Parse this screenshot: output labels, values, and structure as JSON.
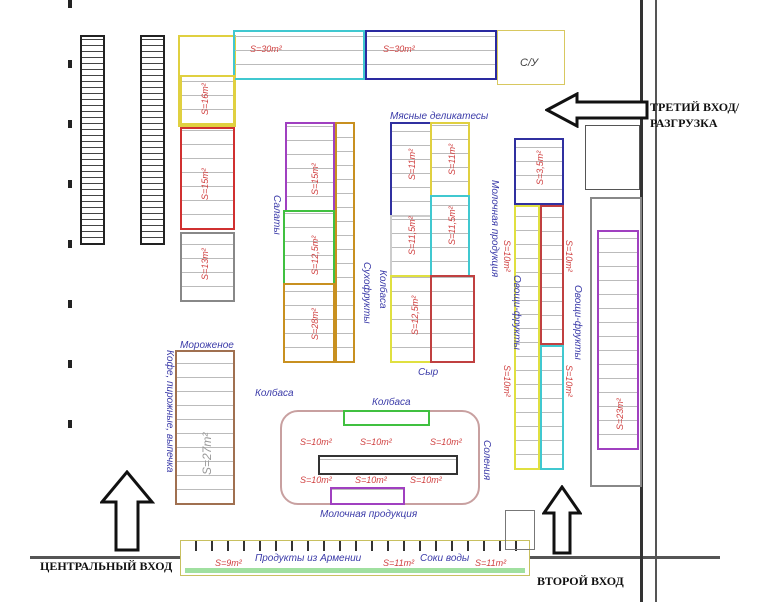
{
  "entrances": {
    "third": "ТРЕТИЙ ВХОД/",
    "unloading": "РАЗГРУЗКА",
    "central": "ЦЕНТРАЛЬНЫЙ ВХОД",
    "second": "ВТОРОЙ ВХОД"
  },
  "rooms": {
    "wc": "С/У"
  },
  "sections": {
    "meat": "Мясные деликатесы",
    "salads": "Салаты",
    "dried_fruits": "Сухофрукты",
    "sausage_v": "Колбаса",
    "dairy_v": "Молочная продукция",
    "veg1": "Овощи-фрукты",
    "veg2": "Овощи-фрукты",
    "cheese": "Сыр",
    "sausage1": "Колбаса",
    "sausage2": "Колбаса",
    "icecream": "Мороженое",
    "coffee": "Кофе, пирожные, выпечка",
    "pickles": "Соления",
    "dairy_h": "Молочная продукция",
    "armenia": "Продукты из Армении",
    "juices": "Соки воды"
  },
  "areas": {
    "top1": "S=30m²",
    "top2": "S=30m²",
    "left1": "S=16m²",
    "left2": "S=15m²",
    "left3": "S=13m²",
    "i1": "S=15m²",
    "i2": "S=12,5m²",
    "i3": "S=28m²",
    "i4": "S=11m²",
    "i5": "S=11m²",
    "i6": "S=11,5m²",
    "i7": "S=11,5m²",
    "i8": "S=12,5m²",
    "s1": "S=3,5m²",
    "s2": "S=10m²",
    "s3": "S=10m²",
    "s4": "S=10m²",
    "s5": "S=10m²",
    "r1": "S=23m²",
    "ice": "S=27m²",
    "b1": "S=10m²",
    "b2": "S=10m²",
    "b3": "S=10m²",
    "b4": "S=10m²",
    "b5": "S=10m²",
    "b6": "S=10m²",
    "f1": "S=9m²",
    "f2": "S=11m²",
    "f3": "S=11m²"
  }
}
